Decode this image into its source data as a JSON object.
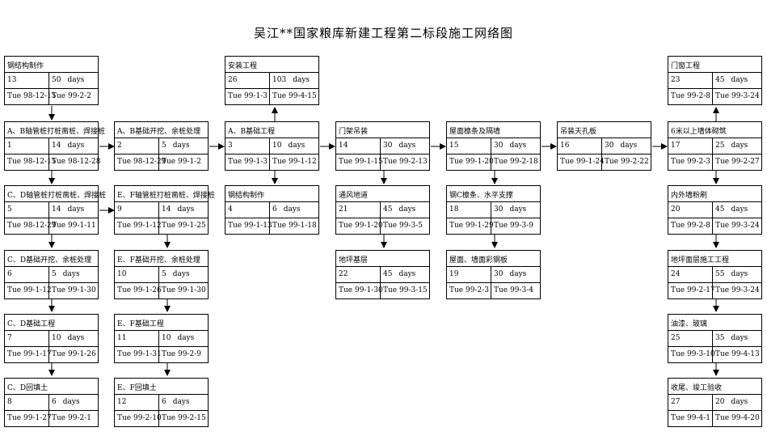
{
  "title": "吴江**国家粮库新建工程第二标段施工网络图",
  "nodes": [
    {
      "id": "n1",
      "name": "钢结构制作",
      "no": "13",
      "dur": "50",
      "unit": "days",
      "start": "Tue 98-12-15",
      "finish": "Tue 99-2-2"
    },
    {
      "id": "n2",
      "name": "A、B轴管桩打桩凿桩、焊接桩",
      "no": "1",
      "dur": "14",
      "unit": "days",
      "start": "Tue 98-12-15",
      "finish": "Tue 98-12-28"
    },
    {
      "id": "n3",
      "name": "C、D轴管桩打桩凿桩、焊接桩",
      "no": "5",
      "dur": "14",
      "unit": "days",
      "start": "Tue 98-12-29",
      "finish": "Tue 99-1-11"
    },
    {
      "id": "n4",
      "name": "C、D基础开挖、余桩处理",
      "no": "6",
      "dur": "5",
      "unit": "days",
      "start": "Tue 99-1-12",
      "finish": "Tue 99-1-30"
    },
    {
      "id": "n5",
      "name": "C、D基础工程",
      "no": "7",
      "dur": "10",
      "unit": "days",
      "start": "Tue 99-1-17",
      "finish": "Tue 99-1-26"
    },
    {
      "id": "n6",
      "name": "C、D回填土",
      "no": "8",
      "dur": "6",
      "unit": "days",
      "start": "Tue 99-1-27",
      "finish": "Tue 99-2-1"
    },
    {
      "id": "n7",
      "name": "A、B基础开挖、余桩处理",
      "no": "2",
      "dur": "5",
      "unit": "days",
      "start": "Tue 98-12-29",
      "finish": "Tue 99-1-2"
    },
    {
      "id": "n8",
      "name": "E、F轴管桩打桩凿桩、焊接桩",
      "no": "9",
      "dur": "14",
      "unit": "days",
      "start": "Tue 99-1-12",
      "finish": "Tue 99-1-25"
    },
    {
      "id": "n9",
      "name": "E、F基础开挖、余桩处理",
      "no": "10",
      "dur": "5",
      "unit": "days",
      "start": "Tue 99-1-26",
      "finish": "Tue 99-1-30"
    },
    {
      "id": "n10",
      "name": "E、F基础工程",
      "no": "11",
      "dur": "10",
      "unit": "days",
      "start": "Tue 99-1-31",
      "finish": "Tue 99-2-9"
    },
    {
      "id": "n11",
      "name": "E、F回填土",
      "no": "12",
      "dur": "6",
      "unit": "days",
      "start": "Tue 99-2-10",
      "finish": "Tue 99-2-15"
    },
    {
      "id": "n12",
      "name": "安装工程",
      "no": "26",
      "dur": "103",
      "unit": "days",
      "start": "Tue 99-1-3",
      "finish": "Tue 99-4-15"
    },
    {
      "id": "n13",
      "name": "A、B基础工程",
      "no": "3",
      "dur": "10",
      "unit": "days",
      "start": "Tue 99-1-3",
      "finish": "Tue 99-1-12"
    },
    {
      "id": "n14",
      "name": "钢结构制作",
      "no": "4",
      "dur": "6",
      "unit": "days",
      "start": "Tue 99-1-13",
      "finish": "Tue 99-1-18"
    },
    {
      "id": "n15",
      "name": "门架吊装",
      "no": "14",
      "dur": "30",
      "unit": "days",
      "start": "Tue 99-1-15",
      "finish": "Tue 99-2-13"
    },
    {
      "id": "n16",
      "name": "通风地道",
      "no": "21",
      "dur": "45",
      "unit": "days",
      "start": "Tue 99-1-20",
      "finish": "Tue 99-3-5"
    },
    {
      "id": "n17",
      "name": "地坪基层",
      "no": "22",
      "dur": "45",
      "unit": "days",
      "start": "Tue 99-1-30",
      "finish": "Tue 99-3-15"
    },
    {
      "id": "n18",
      "name": "屋面檩条及隔墙",
      "no": "15",
      "dur": "30",
      "unit": "days",
      "start": "Tue 99-1-20",
      "finish": "Tue 99-2-18"
    },
    {
      "id": "n19",
      "name": "钢C檩条、水平支撑",
      "no": "18",
      "dur": "30",
      "unit": "days",
      "start": "Tue 99-1-29",
      "finish": "Tue 99-3-9"
    },
    {
      "id": "n20",
      "name": "屋面、墙面彩钢板",
      "no": "19",
      "dur": "30",
      "unit": "days",
      "start": "Tue 99-2-3",
      "finish": "Tue 99-3-4"
    },
    {
      "id": "n21",
      "name": "吊装天孔板",
      "no": "16",
      "dur": "30",
      "unit": "days",
      "start": "Tue 99-1-24",
      "finish": "Tue 99-2-22"
    },
    {
      "id": "n22",
      "name": "门窗工程",
      "no": "23",
      "dur": "45",
      "unit": "days",
      "start": "Tue 99-2-8",
      "finish": "Tue 99-3-24"
    },
    {
      "id": "n23",
      "name": "6米以上墙体砌筑",
      "no": "17",
      "dur": "25",
      "unit": "days",
      "start": "Tue 99-2-3",
      "finish": "Tue 99-2-27"
    },
    {
      "id": "n24",
      "name": "内外墙粉刷",
      "no": "20",
      "dur": "45",
      "unit": "days",
      "start": "Tue 99-2-8",
      "finish": "Tue 99-3-24"
    },
    {
      "id": "n25",
      "name": "地坪面层施工工程",
      "no": "24",
      "dur": "55",
      "unit": "days",
      "start": "Tue 99-2-17",
      "finish": "Tue 99-3-24"
    },
    {
      "id": "n26",
      "name": "油漆、玻璃",
      "no": "25",
      "dur": "35",
      "unit": "days",
      "start": "Tue 99-3-10",
      "finish": "Tue 99-4-13"
    },
    {
      "id": "n27",
      "name": "收尾、竣工验收",
      "no": "27",
      "dur": "20",
      "unit": "days",
      "start": "Tue 99-4-1",
      "finish": "Tue 99-4-20"
    }
  ]
}
